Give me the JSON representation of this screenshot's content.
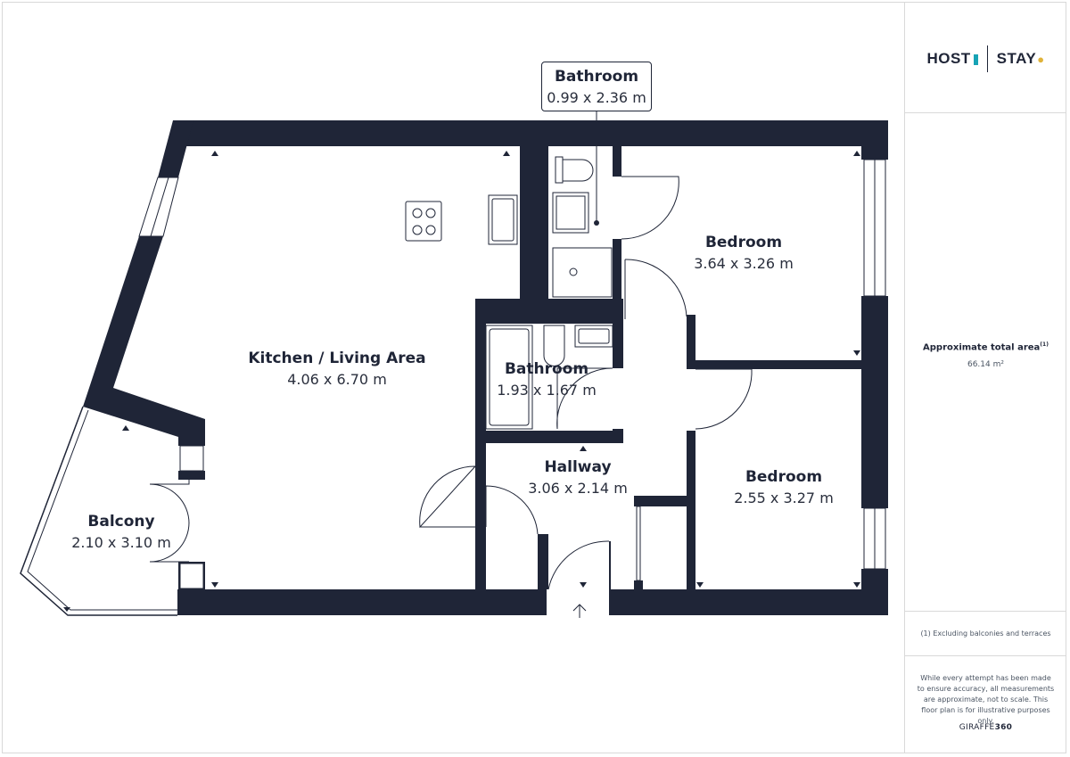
{
  "colors": {
    "wall": "#1f2537",
    "accent": "#17a3b5",
    "pin": "#e0b33a"
  },
  "rooms": {
    "kitchen": {
      "name": "Kitchen / Living Area",
      "dims": "4.06 x 6.70 m"
    },
    "bathroom_top": {
      "name": "Bathroom",
      "dims": "0.99 x 2.36 m"
    },
    "bathroom_mid": {
      "name": "Bathroom",
      "dims": "1.93 x 1.67 m"
    },
    "bedroom_1": {
      "name": "Bedroom",
      "dims": "3.64 x 3.26 m"
    },
    "bedroom_2": {
      "name": "Bedroom",
      "dims": "2.55 x 3.27 m"
    },
    "hallway": {
      "name": "Hallway",
      "dims": "3.06 x 2.14 m"
    },
    "balcony": {
      "name": "Balcony",
      "dims": "2.10 x 3.10 m"
    }
  },
  "sidebar": {
    "logo_left": "HOST",
    "logo_right": "STAY",
    "area_label": "Approximate total area",
    "area_footnote_mark": "(1)",
    "area_value": "66.14 m²",
    "footnote": "(1) Excluding balconies and terraces",
    "disclaimer": "While every attempt has been made to ensure accuracy, all measurements are approximate, not to scale. This floor plan is for illustrative purposes only.",
    "brand_prefix": "GIRAFFE",
    "brand_suffix": "360"
  },
  "icons": [
    "entrance-arrow-icon",
    "hob-icon",
    "sink-icon",
    "toilet-icon",
    "shower-tray-icon",
    "bath-icon",
    "location-pin-icon"
  ]
}
